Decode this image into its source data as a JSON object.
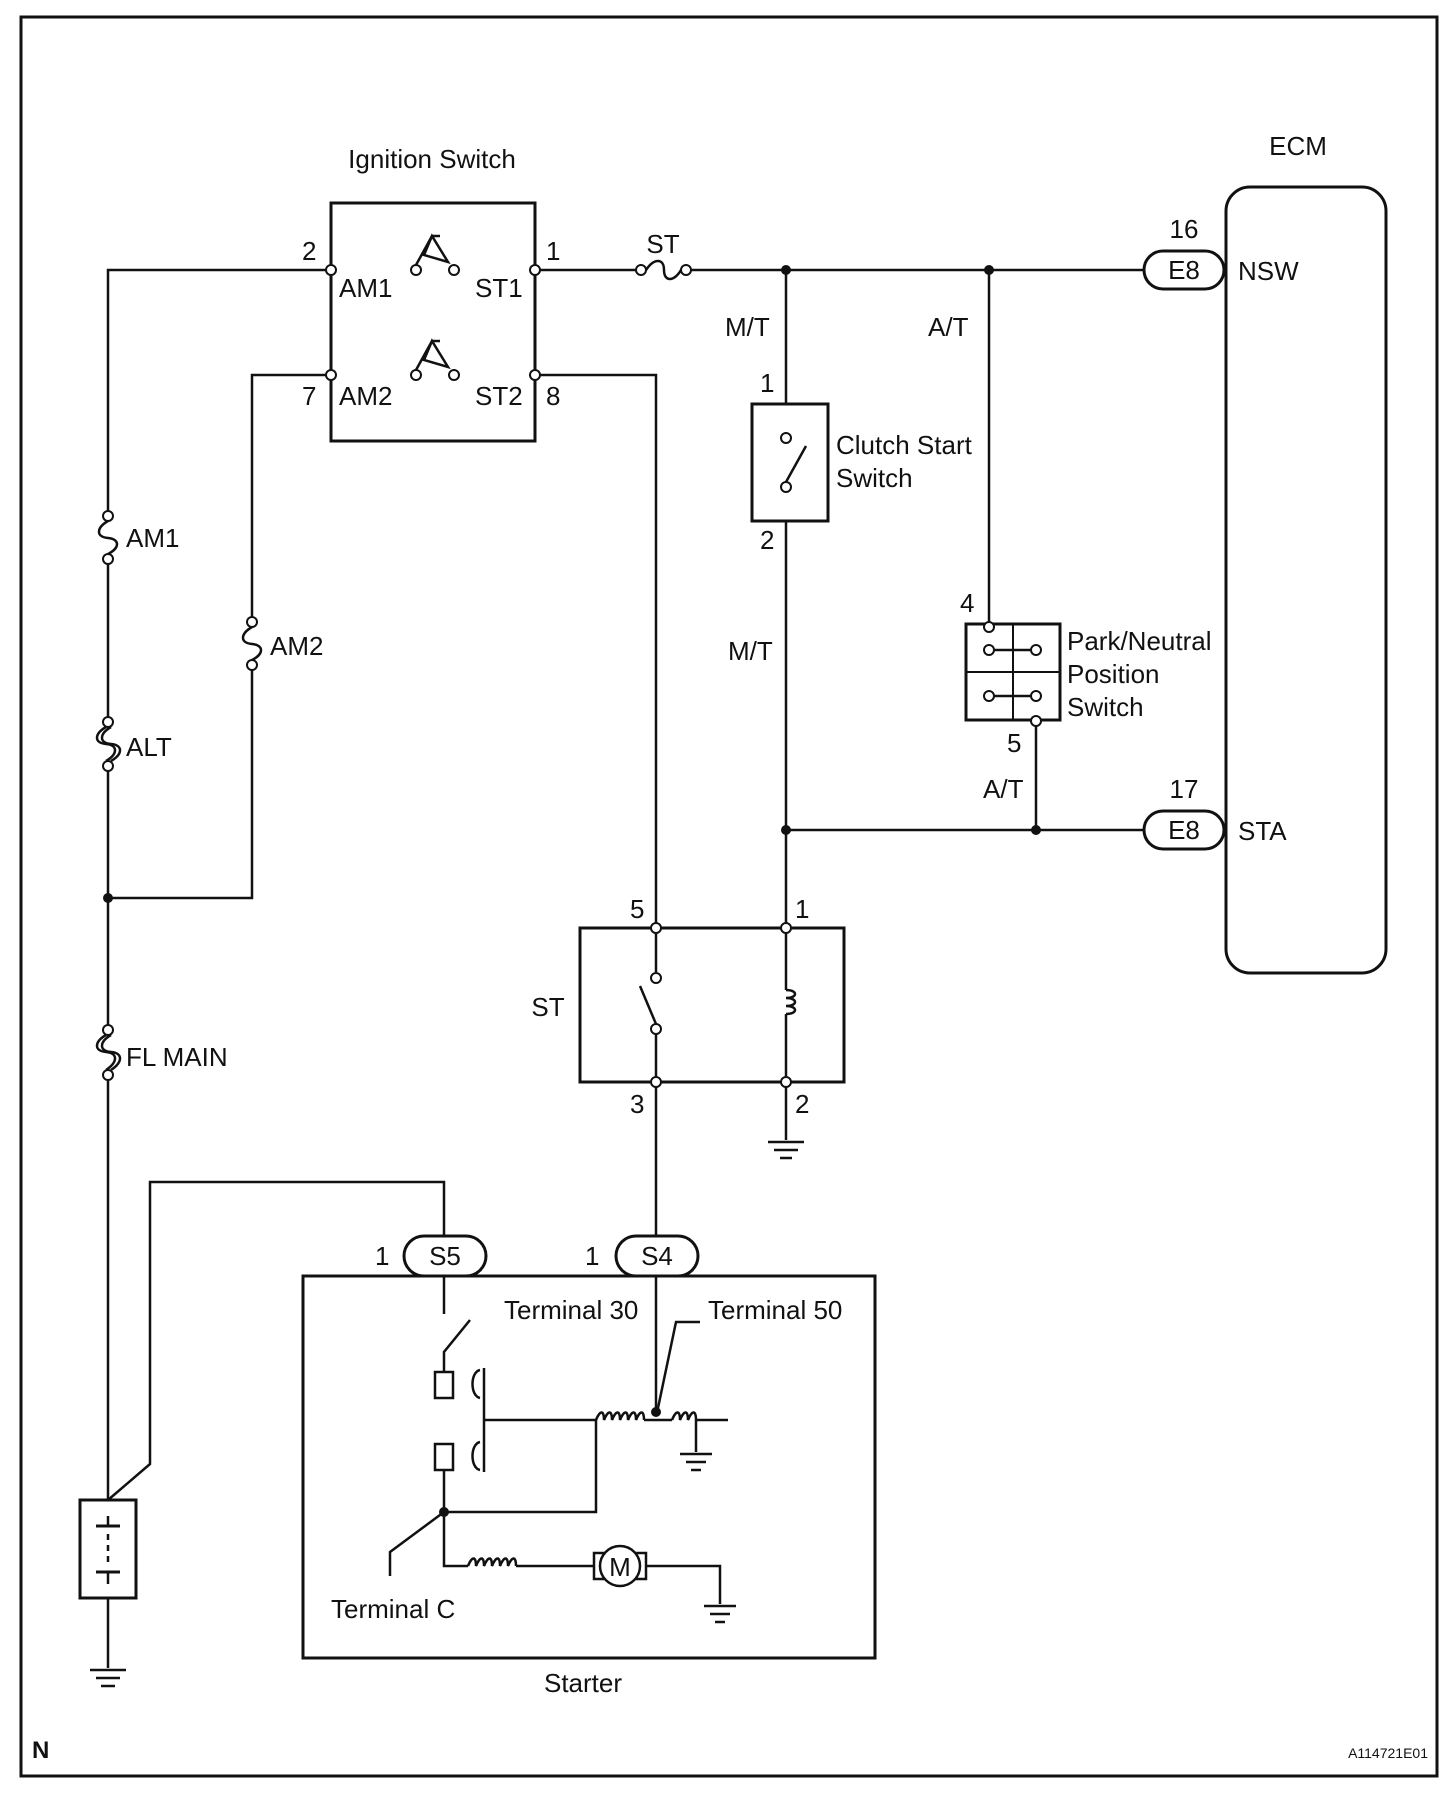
{
  "labels": {
    "ignition_switch": "Ignition Switch",
    "ecm": "ECM",
    "clutch_start_switch_line1": "Clutch Start",
    "clutch_start_switch_line2": "Switch",
    "pnp_line1": "Park/Neutral",
    "pnp_line2": "Position",
    "pnp_line3": "Switch",
    "st_relay": "ST",
    "starter": "Starter",
    "terminal_30": "Terminal 30",
    "terminal_50": "Terminal 50",
    "terminal_c": "Terminal C",
    "motor": "M",
    "corner_n": "N",
    "figure_code": "A114721E01"
  },
  "fuses": {
    "st": "ST",
    "am1": "AM1",
    "am2": "AM2",
    "alt": "ALT",
    "fl_main": "FL MAIN"
  },
  "ignition_switch": {
    "am1": "AM1",
    "st1": "ST1",
    "am2": "AM2",
    "st2": "ST2",
    "pin_am1": "2",
    "pin_st1": "1",
    "pin_am2": "7",
    "pin_st2": "8"
  },
  "wires": {
    "mt_upper": "M/T",
    "at_upper": "A/T",
    "mt_lower": "M/T",
    "at_lower": "A/T"
  },
  "ecm": {
    "nsw_pin": "16",
    "nsw_conn": "E8",
    "nsw_label": "NSW",
    "sta_pin": "17",
    "sta_conn": "E8",
    "sta_label": "STA"
  },
  "clutch_start_switch": {
    "pin_top": "1",
    "pin_bottom": "2"
  },
  "pnp_switch": {
    "pin_top": "4",
    "pin_bottom": "5"
  },
  "st_relay": {
    "pin5": "5",
    "pin1": "1",
    "pin3": "3",
    "pin2": "2"
  },
  "starter_connectors": {
    "s5_pin": "1",
    "s5": "S5",
    "s4_pin": "1",
    "s4": "S4"
  }
}
